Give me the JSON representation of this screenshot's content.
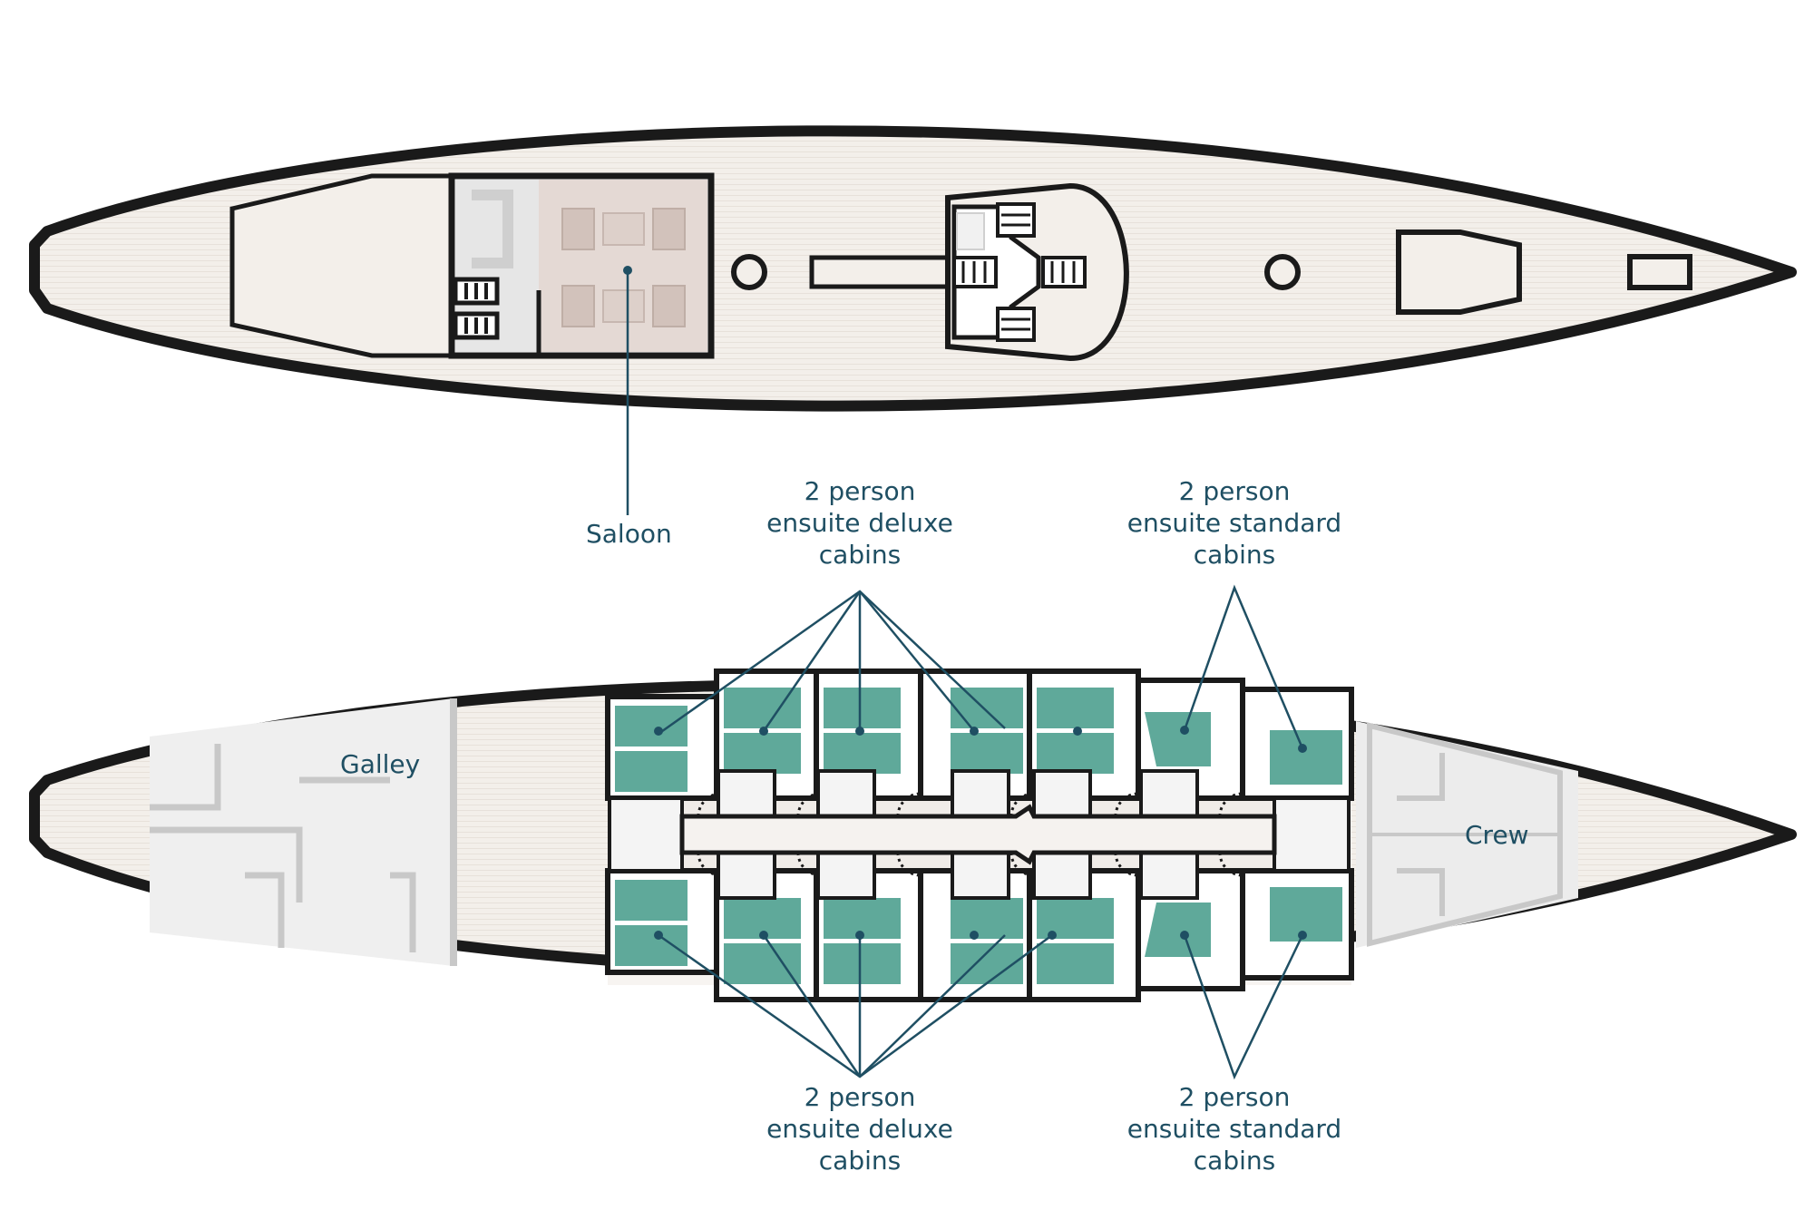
{
  "labels": {
    "saloon": "Saloon",
    "galley": "Galley",
    "crew": "Crew",
    "deluxe_top": [
      "2 person",
      "ensuite deluxe",
      "cabins"
    ],
    "standard_top": [
      "2 person",
      "ensuite standard",
      "cabins"
    ],
    "deluxe_bottom": [
      "2 person",
      "ensuite deluxe",
      "cabins"
    ],
    "standard_bottom": [
      "2 person",
      "ensuite standard",
      "cabins"
    ]
  },
  "colors": {
    "hull_outline": "#1a1a1a",
    "deck_fill": "#f3efea",
    "cabin_bed": "#5fa99a",
    "saloon_fill": "#e4d9d4",
    "service_area": "#eeeeee",
    "service_walls": "#c8c8c8",
    "callout_line": "#1f4f63",
    "label_text": "#1f4f63"
  }
}
